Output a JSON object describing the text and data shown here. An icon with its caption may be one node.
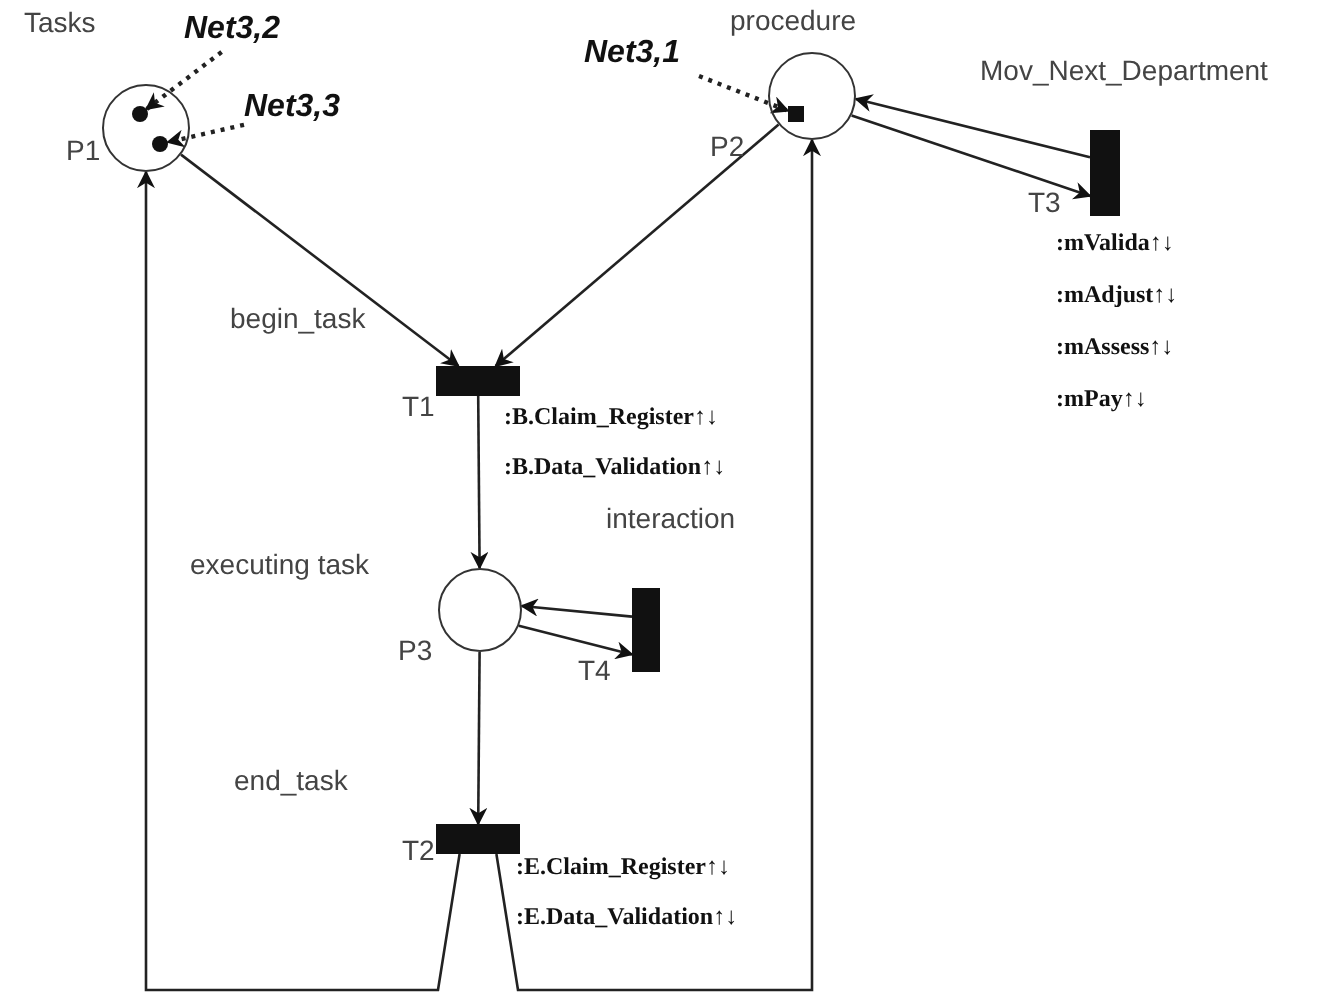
{
  "diagram": {
    "nodes": [
      {
        "text": [
          "Tasks"
        ],
        "beside": [
          "P1"
        ]
      },
      {
        "text": [],
        "shape": "circle",
        "in": 0
      },
      {
        "text": [],
        "shape": "circle",
        "in": 0
      },
      {
        "text": [
          "Net3,2"
        ]
      },
      {
        "text": [
          "Net3,3"
        ]
      },
      {
        "text": [
          "Net3,1"
        ]
      },
      {
        "text": [
          "procedure"
        ],
        "beside": [
          "P2"
        ]
      },
      {
        "text": [],
        "shape": "box",
        "in": 6
      },
      {
        "text": [
          "Mov_Next_Department"
        ],
        "beside": [
          "T3",
          ":mValida↑↓",
          ":mAdjust↑↓",
          ":mAssess↑↓",
          ":mPay↑↓"
        ]
      },
      {
        "text": [
          "begin_task"
        ],
        "beside": [
          "T1",
          ":B.Claim_Register↑↓",
          ":B.Data_Validation↑↓"
        ]
      },
      {
        "text": [
          "executing task"
        ],
        "beside": [
          "P3"
        ]
      },
      {
        "text": [
          "interaction"
        ],
        "beside": [
          "T4"
        ]
      },
      {
        "text": [
          "end_task"
        ],
        "beside": [
          "T2",
          ":E.Claim_Register↑↓",
          ":E.Data_Validation↑↓"
        ]
      }
    ],
    "edges": [
      {
        "from": 3,
        "to": 1,
        "arrow": "to",
        "style": "dashed"
      },
      {
        "from": 4,
        "to": 2,
        "arrow": "to",
        "style": "dashed"
      },
      {
        "from": 5,
        "to": 7,
        "arrow": "to",
        "style": "dashed"
      },
      {
        "from": 6,
        "to": 8,
        "arrow": "to"
      },
      {
        "from": 8,
        "to": 6,
        "arrow": "to"
      },
      {
        "from": 0,
        "to": 9,
        "arrow": "to"
      },
      {
        "from": 6,
        "to": 9,
        "arrow": "to"
      },
      {
        "from": 9,
        "to": 10,
        "arrow": "to"
      },
      {
        "from": 10,
        "to": 11,
        "arrow": "to"
      },
      {
        "from": 11,
        "to": 10,
        "arrow": "to"
      },
      {
        "from": 10,
        "to": 12,
        "arrow": "to"
      },
      {
        "from": 12,
        "to": 0,
        "arrow": "to"
      },
      {
        "from": 12,
        "to": 6,
        "arrow": "to"
      }
    ]
  }
}
